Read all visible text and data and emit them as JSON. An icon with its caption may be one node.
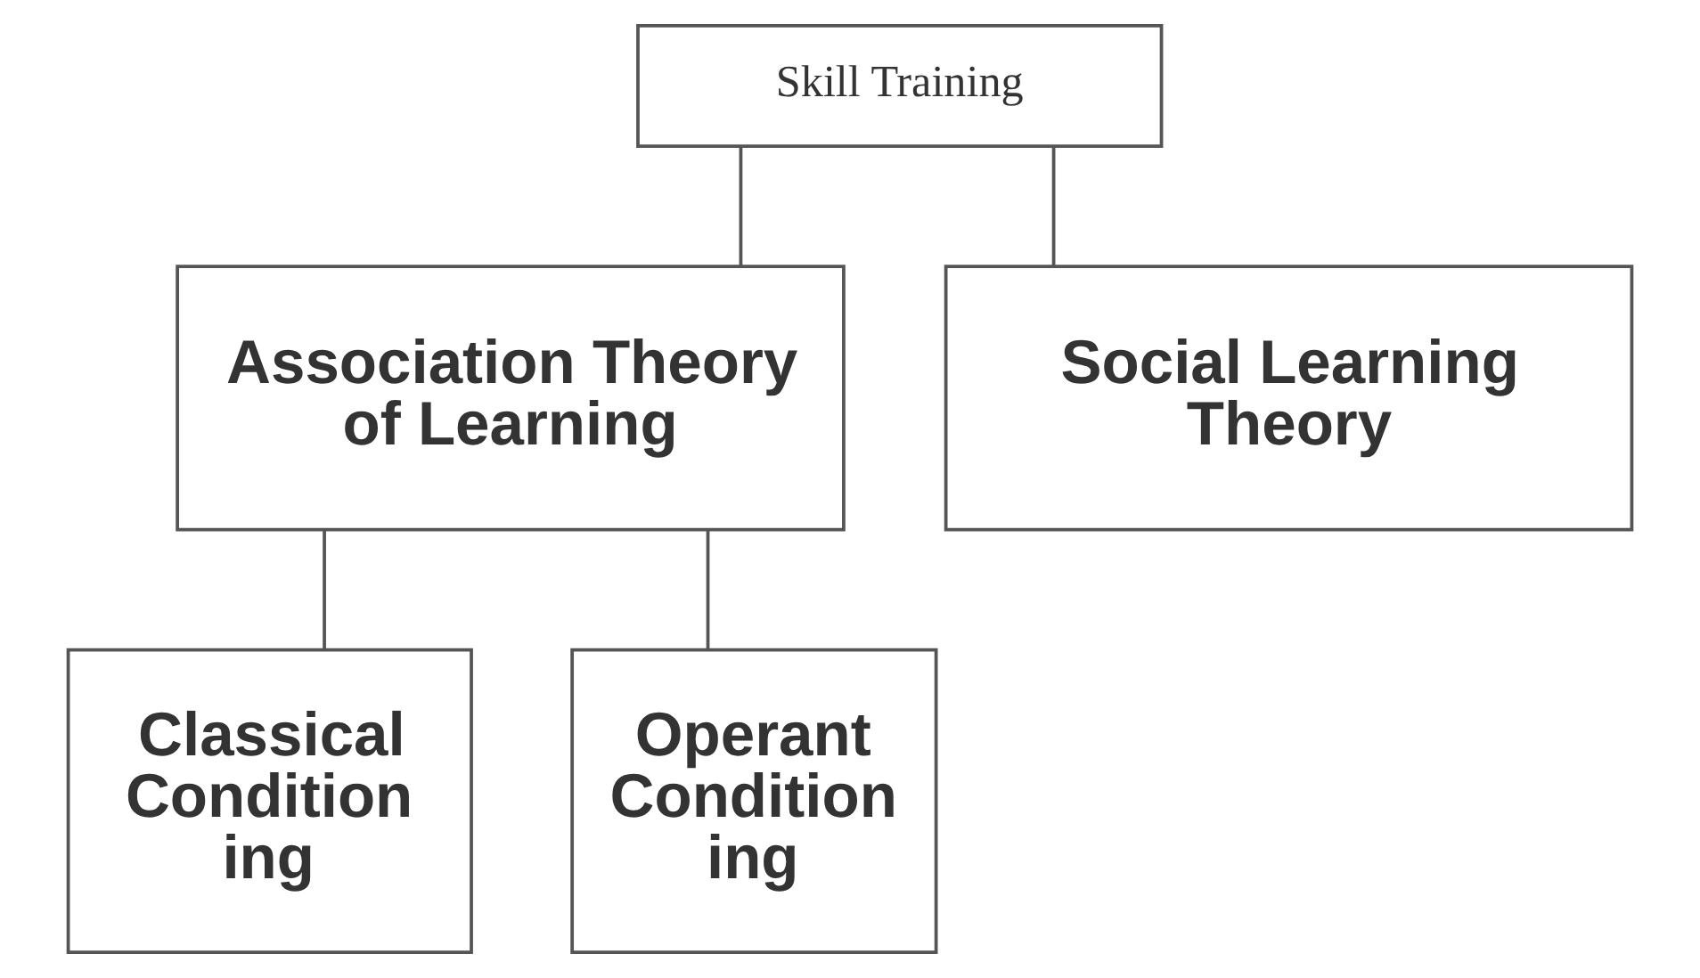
{
  "diagram": {
    "nodes": [
      {
        "text": [
          "Skill Training"
        ]
      },
      {
        "text": [
          "Association Theory of Learning"
        ]
      },
      {
        "text": [
          "Social Learning Theory"
        ]
      },
      {
        "text": [
          "Classical Condition ing"
        ]
      },
      {
        "text": [
          "Operant Condition ing"
        ]
      }
    ],
    "edges": [
      {
        "from": 0,
        "to": 1,
        "arrow": "none"
      },
      {
        "from": 0,
        "to": 2,
        "arrow": "none"
      },
      {
        "from": 1,
        "to": 3,
        "arrow": "none"
      },
      {
        "from": 1,
        "to": 4,
        "arrow": "none"
      }
    ]
  }
}
